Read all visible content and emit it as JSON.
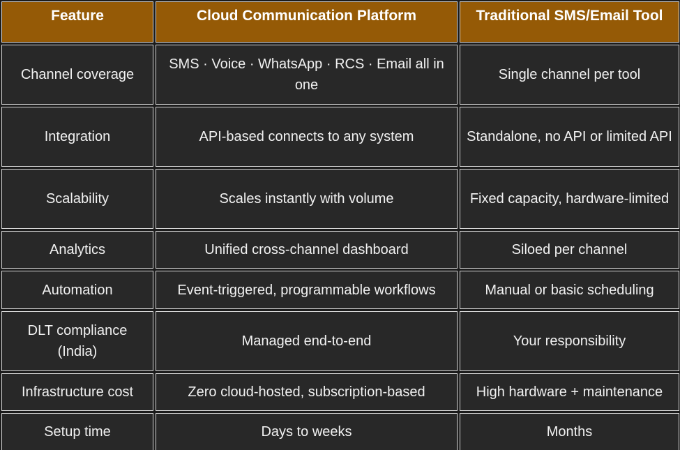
{
  "colors": {
    "header_bg": "#955a06",
    "cell_bg": "#282828",
    "border": "#d8d8d8",
    "text": "#f1f1f1"
  },
  "table": {
    "headers": [
      "Feature",
      "Cloud Communication Platform",
      "Traditional SMS/Email Tool"
    ],
    "rows": [
      [
        "Channel coverage",
        "SMS · Voice · WhatsApp · RCS · Email all in one",
        "Single channel per tool"
      ],
      [
        "Integration",
        "API-based connects to any system",
        "Standalone, no API or limited API"
      ],
      [
        "Scalability",
        "Scales instantly with volume",
        "Fixed capacity, hardware-limited"
      ],
      [
        "Analytics",
        "Unified cross-channel dashboard",
        "Siloed per channel"
      ],
      [
        "Automation",
        "Event-triggered, programmable workflows",
        "Manual or basic scheduling"
      ],
      [
        "DLT compliance (India)",
        "Managed end-to-end",
        "Your responsibility"
      ],
      [
        "Infrastructure cost",
        "Zero cloud-hosted, subscription-based",
        "High hardware + maintenance"
      ],
      [
        "Setup time",
        "Days to weeks",
        "Months"
      ]
    ]
  }
}
